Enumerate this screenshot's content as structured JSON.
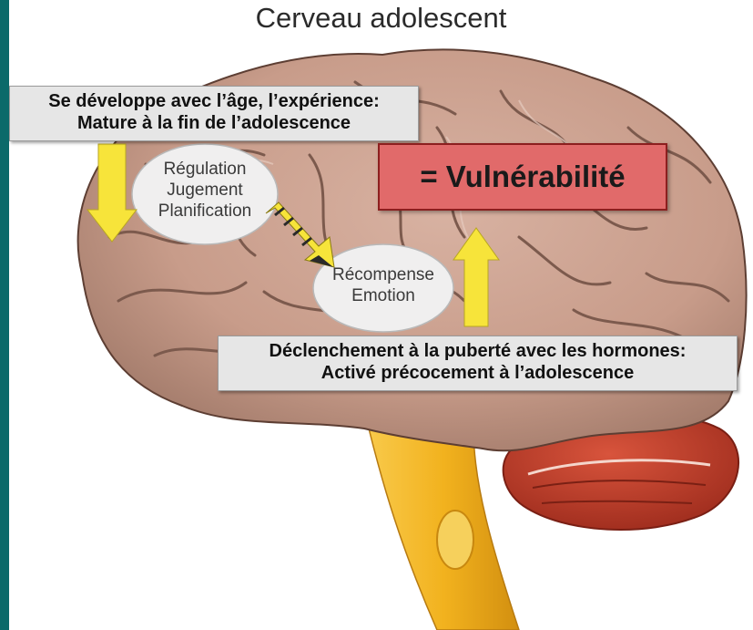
{
  "title": "Cerveau adolescent",
  "top_label": {
    "line1": "Se développe avec l’âge, l’expérience:",
    "line2": "Mature à la fin de l’adolescence"
  },
  "ellipse_prefrontal": [
    "Régulation",
    "Jugement",
    "Planification"
  ],
  "ellipse_limbic": [
    "Récompense",
    "Emotion"
  ],
  "vulnerability_label": "= Vulnérabilité",
  "bottom_label": {
    "line1": "Déclenchement à la puberté avec les hormones:",
    "line2": "Activé précocement à l’adolescence"
  },
  "colors": {
    "background": "#0b6a6a",
    "brain": "#c79a87",
    "cerebellum": "#c2412e",
    "brainstem": "#f0b323",
    "arrow": "#f7e43a",
    "vulnerability_box": "#e16a6a"
  }
}
